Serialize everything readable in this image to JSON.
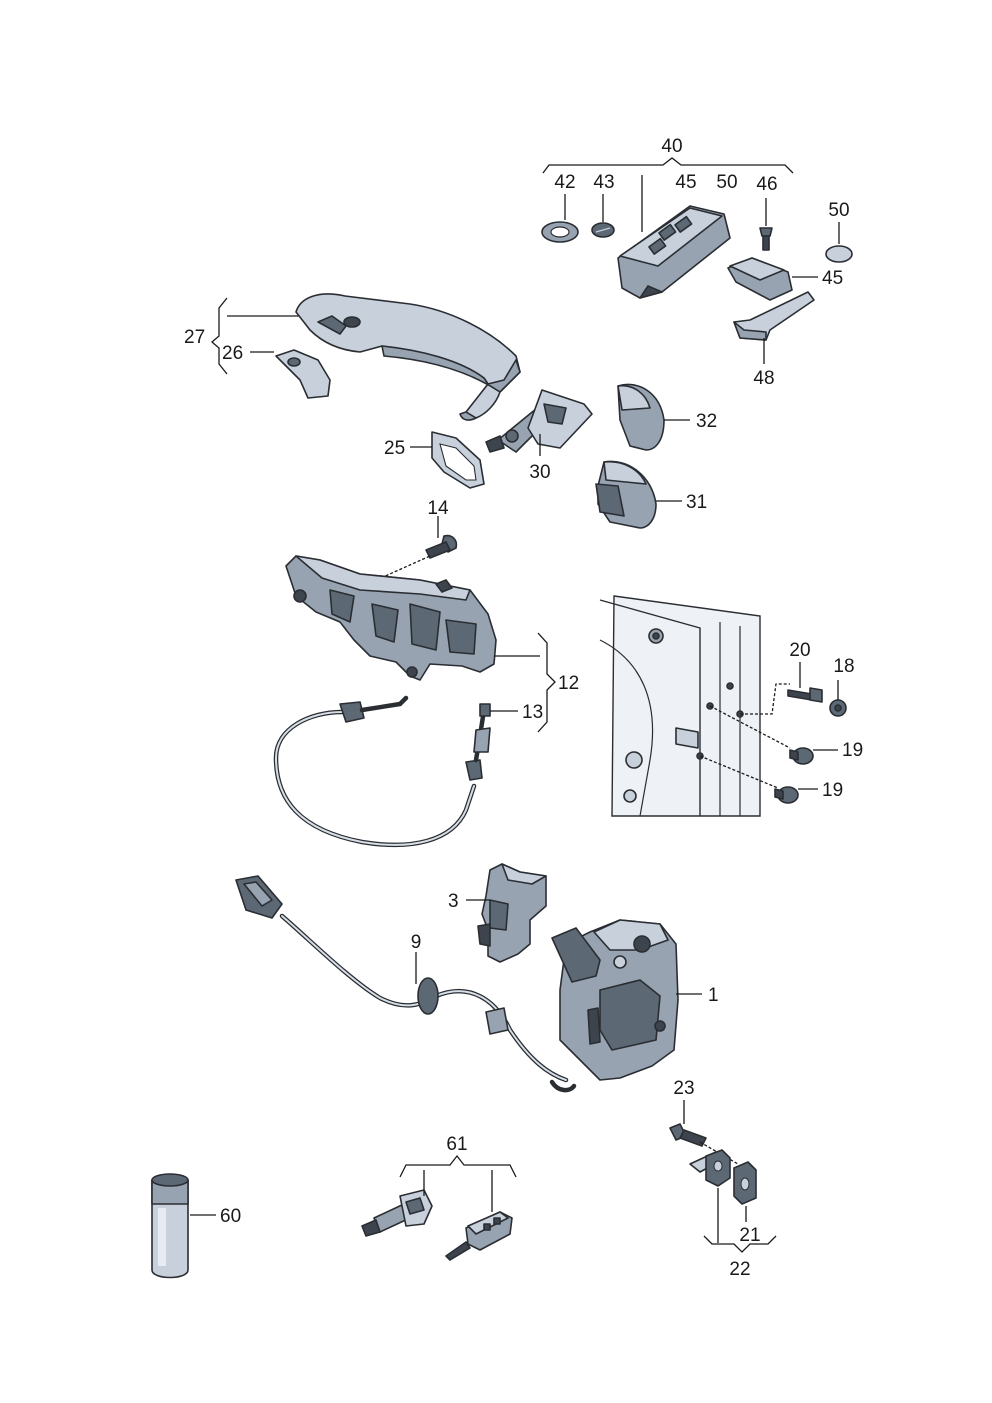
{
  "labels": {
    "l1": "1",
    "l3": "3",
    "l9": "9",
    "l12": "12",
    "l13": "13",
    "l14": "14",
    "l18": "18",
    "l19a": "19",
    "l19b": "19",
    "l20": "20",
    "l21": "21",
    "l22": "22",
    "l23": "23",
    "l25": "25",
    "l26": "26",
    "l27": "27",
    "l30": "30",
    "l31": "31",
    "l32": "32",
    "l40": "40",
    "l42": "42",
    "l43": "43",
    "l45a": "45",
    "l45b": "45",
    "l46": "46",
    "l48": "48",
    "l50a": "50",
    "l50b": "50",
    "l60": "60",
    "l61": "61"
  }
}
